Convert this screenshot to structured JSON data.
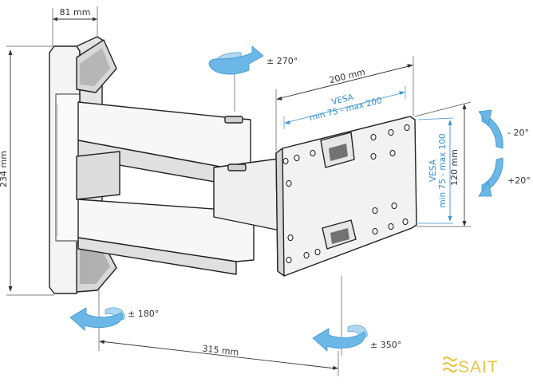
{
  "dimensions": {
    "top_depth": "81 mm",
    "height": "234 mm",
    "reach": "315 mm",
    "plate_width": "200 mm",
    "plate_height": "120 mm"
  },
  "vesa": {
    "horizontal_line1": "VESA",
    "horizontal_line2": "min 75 - max 200",
    "vertical_line1": "VESA",
    "vertical_line2": "min 75 - max 100"
  },
  "rotations": {
    "top": "± 270°",
    "bottom_left": "± 180°",
    "bottom_right": "± 350°",
    "tilt_up": "- 20°",
    "tilt_down": "+20°"
  },
  "logo": {
    "text": "SAIT",
    "color": "#e8c34a"
  },
  "colors": {
    "accent": "#3f95cf",
    "accent_fill": "#6bb7e6"
  }
}
